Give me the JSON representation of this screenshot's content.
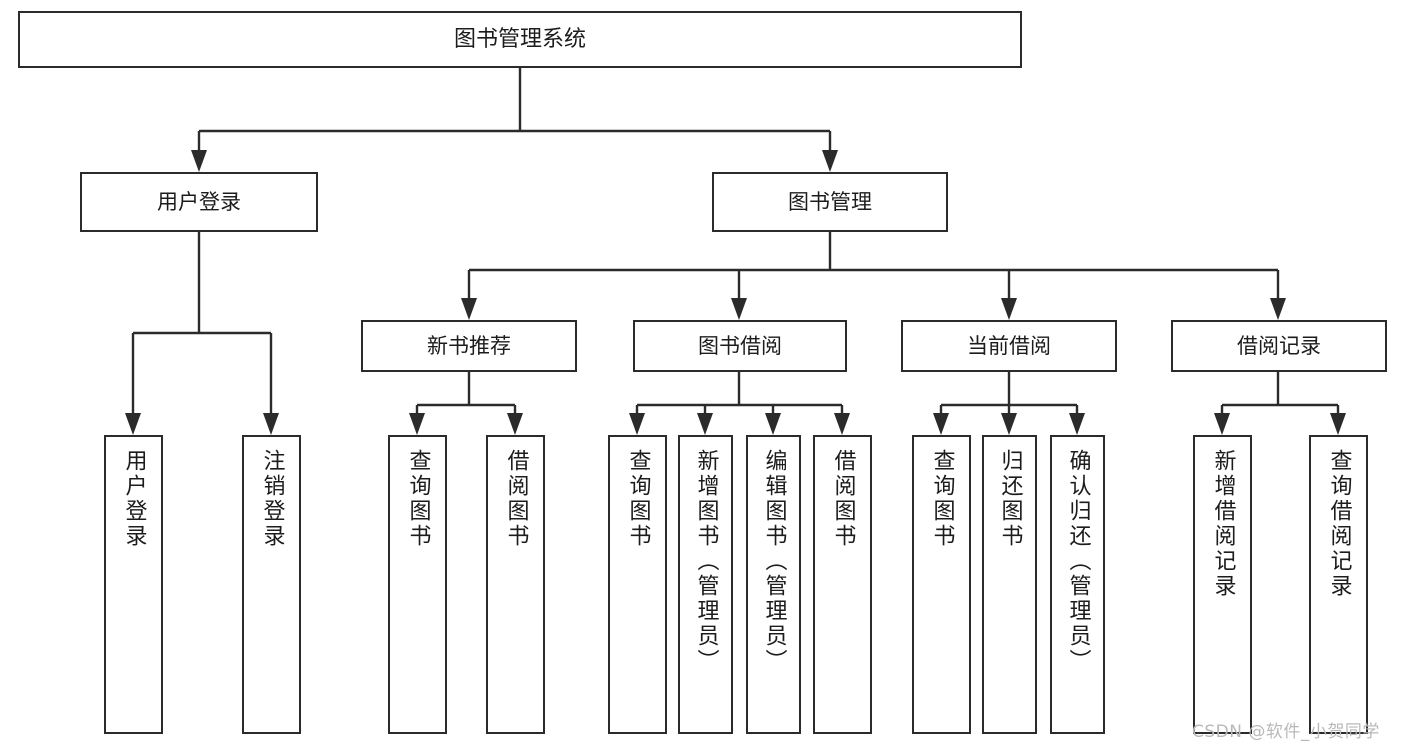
{
  "diagram": {
    "title": "图书管理系统",
    "type": "functional-structure-tree",
    "colors": {
      "background": "#ffffff",
      "stroke": "#2b2b2b",
      "box_fill": "#ffffff",
      "text": "#1c1c1c",
      "watermark": "#b9b9b9"
    },
    "root": {
      "label": "图书管理系统"
    },
    "level2": [
      {
        "label": "用户登录"
      },
      {
        "label": "图书管理"
      }
    ],
    "level3": [
      {
        "label": "新书推荐"
      },
      {
        "label": "图书借阅"
      },
      {
        "label": "当前借阅"
      },
      {
        "label": "借阅记录"
      }
    ],
    "leaves": {
      "user_login": [
        {
          "label": "用户登录"
        },
        {
          "label": "注销登录"
        }
      ],
      "new_book_recommend": [
        {
          "label": "查询图书"
        },
        {
          "label": "借阅图书"
        }
      ],
      "book_borrow": [
        {
          "label": "查询图书"
        },
        {
          "label": "新增图书（管理员）"
        },
        {
          "label": "编辑图书（管理员）"
        },
        {
          "label": "借阅图书"
        }
      ],
      "current_borrow": [
        {
          "label": "查询图书"
        },
        {
          "label": "归还图书"
        },
        {
          "label": "确认归还（管理员）"
        }
      ],
      "borrow_record": [
        {
          "label": "新增借阅记录"
        },
        {
          "label": "查询借阅记录"
        }
      ]
    }
  },
  "watermark": {
    "text": "CSDN @软件_小贺同学"
  }
}
